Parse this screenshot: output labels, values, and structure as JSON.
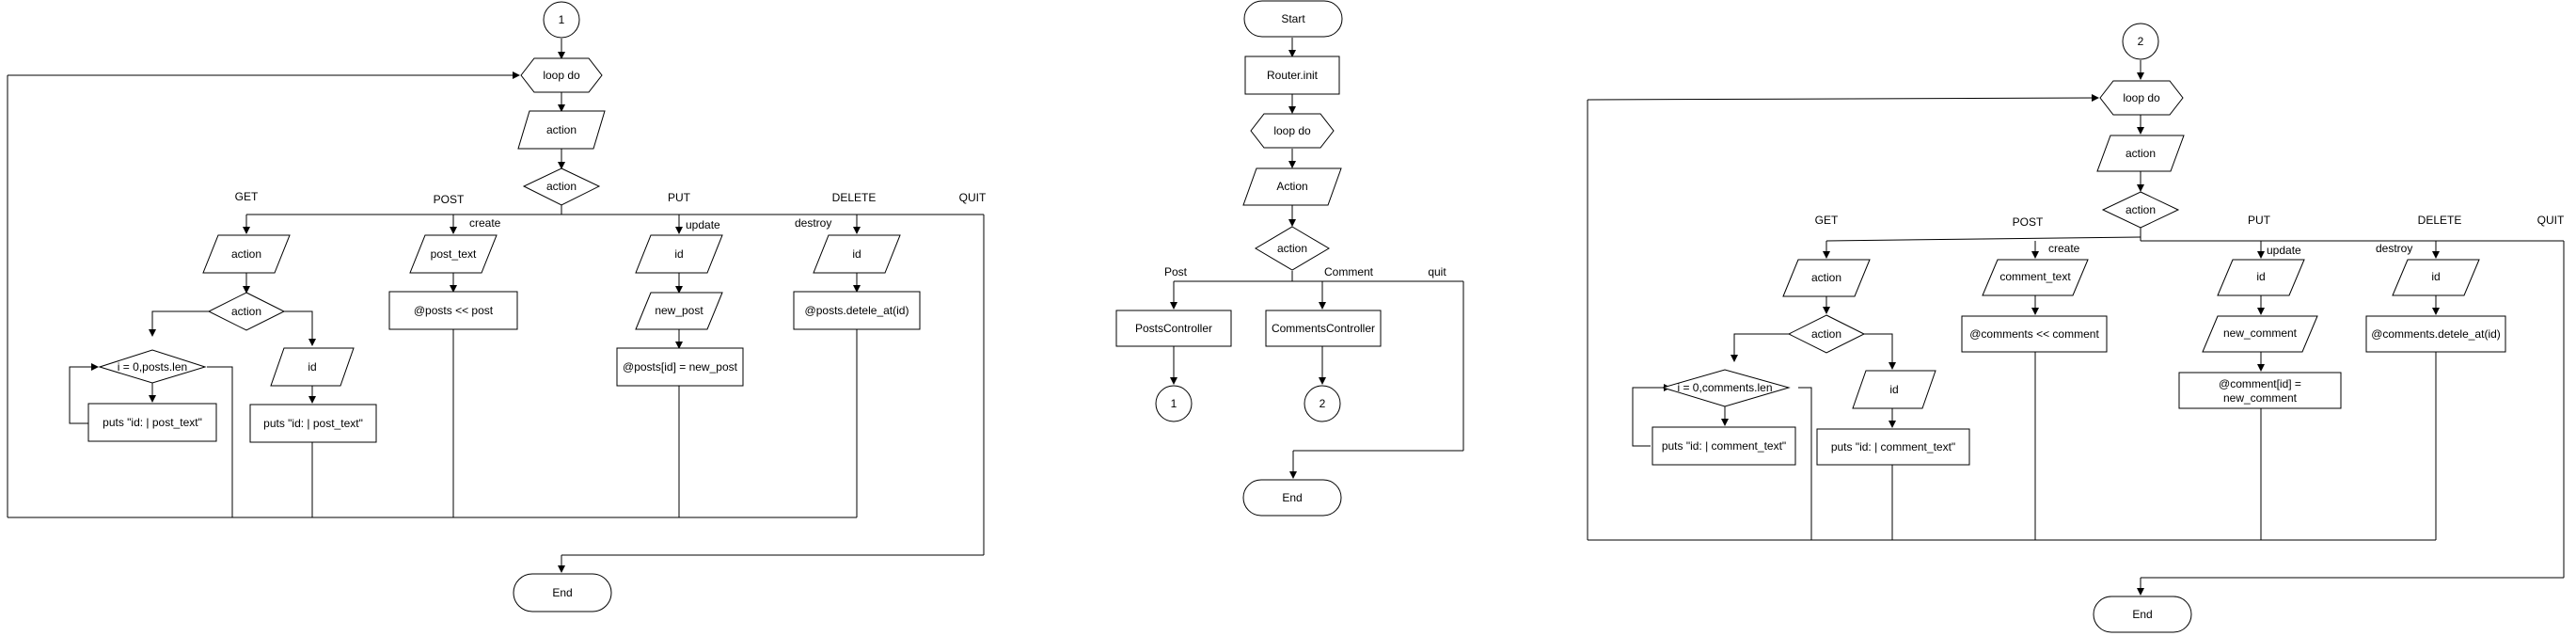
{
  "main": {
    "start": "Start",
    "init": "Router.init",
    "loop": "loop do",
    "input": "Action",
    "decision": "action",
    "posts_controller": "PostsController",
    "comments_controller": "CommentsController",
    "connector_posts": "1",
    "connector_comments": "2",
    "end": "End",
    "labels": {
      "post": "Post",
      "comment": "Comment",
      "quit": "quit"
    }
  },
  "posts": {
    "connector": "1",
    "loop": "loop do",
    "input": "action",
    "decision": "action",
    "branches": {
      "get": "GET",
      "post": "POST",
      "put": "PUT",
      "delete": "DELETE",
      "quit": "QUIT"
    },
    "sub_labels": {
      "create": "create",
      "update": "update",
      "destroy": "destroy"
    },
    "get": {
      "input": "action",
      "decision": "action",
      "for": "i = 0,posts.len",
      "puts_all": "puts \"id: | post_text\"",
      "id": "id",
      "puts_one": "puts \"id: | post_text\""
    },
    "post": {
      "input": "post_text",
      "process": "@posts << post"
    },
    "put": {
      "id": "id",
      "input": "new_post",
      "process": "@posts[id] = new_post"
    },
    "delete": {
      "id": "id",
      "process": "@posts.detele_at(id)"
    },
    "end": "End"
  },
  "comments": {
    "connector": "2",
    "loop": "loop do",
    "input": "action",
    "decision": "action",
    "branches": {
      "get": "GET",
      "post": "POST",
      "put": "PUT",
      "delete": "DELETE",
      "quit": "QUIT"
    },
    "sub_labels": {
      "create": "create",
      "update": "update",
      "destroy": "destroy"
    },
    "get": {
      "input": "action",
      "decision": "action",
      "for": "i = 0,comments.len",
      "puts_all": "puts \"id: | comment_text\"",
      "id": "id",
      "puts_one": "puts \"id: | comment_text\""
    },
    "post": {
      "input": "comment_text",
      "process": "@comments << comment"
    },
    "put": {
      "id": "id",
      "input": "new_comment",
      "process_line1": "@comment[id] =",
      "process_line2": "new_comment"
    },
    "delete": {
      "id": "id",
      "process": "@comments.detele_at(id)"
    },
    "end": "End"
  }
}
